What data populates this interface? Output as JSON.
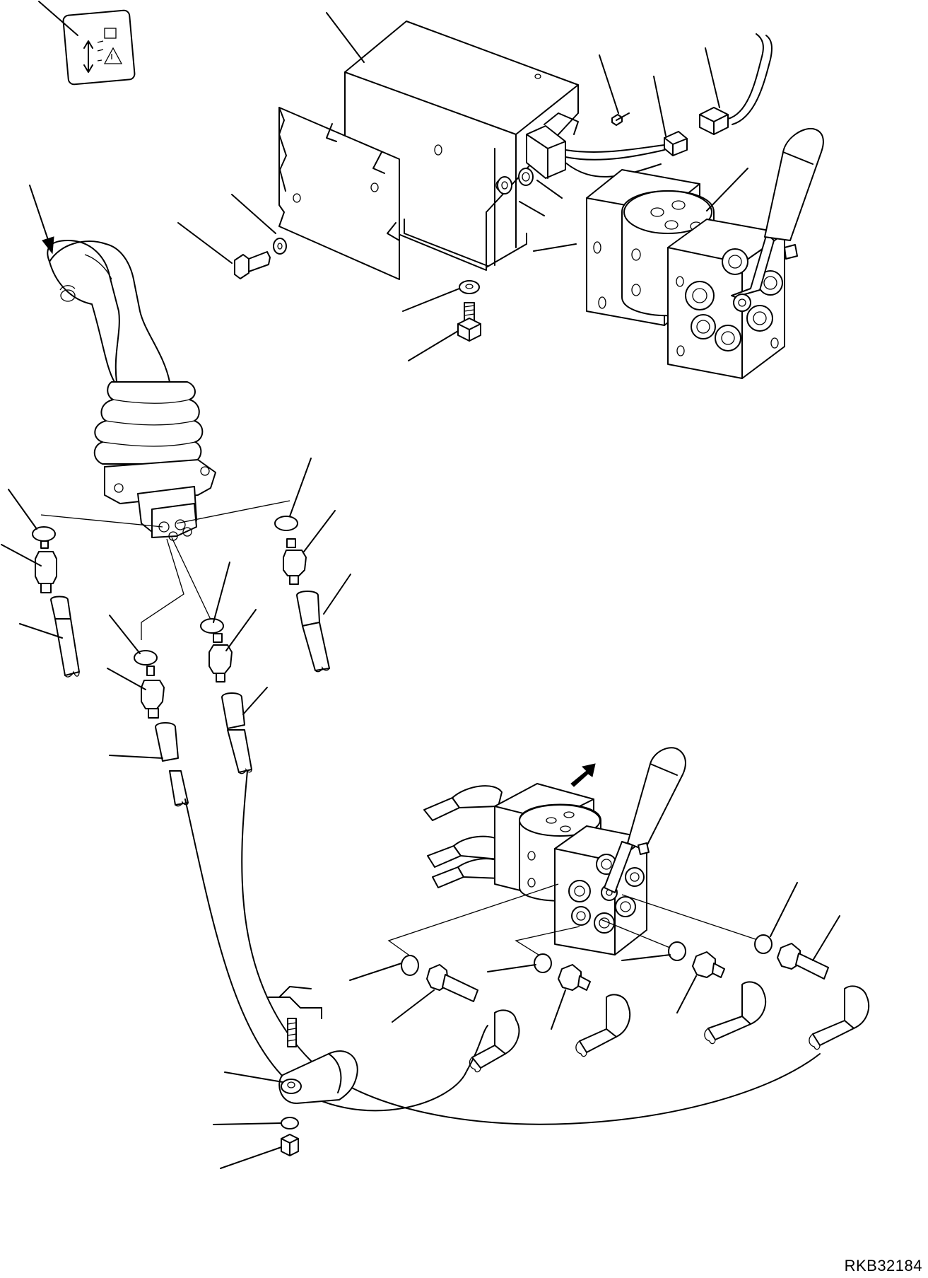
{
  "drawing": {
    "code": "RKB32184"
  },
  "parts": [
    {
      "name": "warning-label"
    },
    {
      "name": "control-box-cover"
    },
    {
      "name": "bracket-plate"
    },
    {
      "name": "cover-bolt"
    },
    {
      "name": "electrical-connector-a"
    },
    {
      "name": "electrical-connector-b"
    },
    {
      "name": "ppc-valve-top"
    },
    {
      "name": "joystick-lever"
    },
    {
      "name": "ppc-valve-bottom"
    },
    {
      "name": "hose-clamp"
    }
  ]
}
